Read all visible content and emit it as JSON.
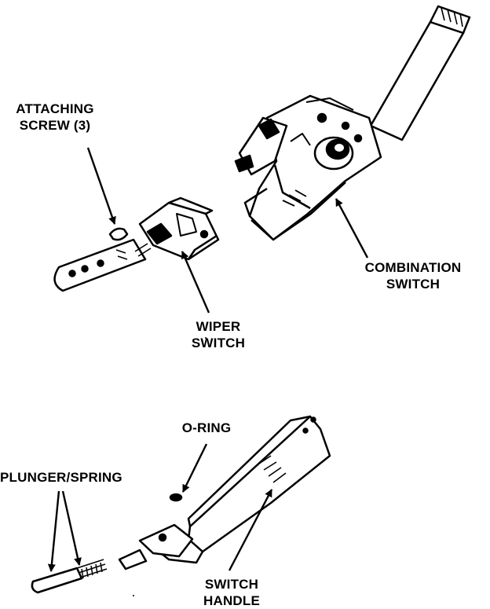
{
  "labels": {
    "attaching_screw": [
      "ATTACHING",
      "SCREW (3)"
    ],
    "combination_switch": [
      "COMBINATION",
      "SWITCH"
    ],
    "wiper_switch": [
      "WIPER",
      "SWITCH"
    ],
    "o_ring": "O-RING",
    "plunger_spring": "PLUNGER/SPRING",
    "switch_handle": [
      "SWITCH",
      "HANDLE"
    ]
  },
  "colors": {
    "ink": "#000000",
    "paper": "#ffffff"
  }
}
